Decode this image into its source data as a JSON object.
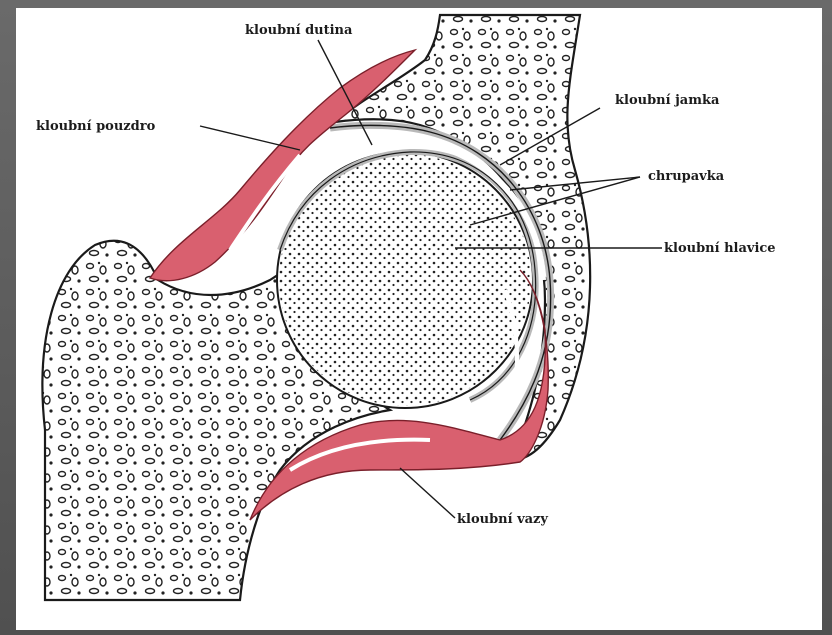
{
  "labels": {
    "cavity": "kloubní dutina",
    "capsule": "kloubní pouzdro",
    "socket": "kloubní jamka",
    "cartilage": "chrupavka",
    "head": "kloubní hlavice",
    "ligaments": "kloubní vazy"
  },
  "colors": {
    "background": "#5e5e5e",
    "bone_outline": "#1a1a1a",
    "tissue_red": "#d9606f",
    "cartilage_gray": "#b9b9b9"
  }
}
